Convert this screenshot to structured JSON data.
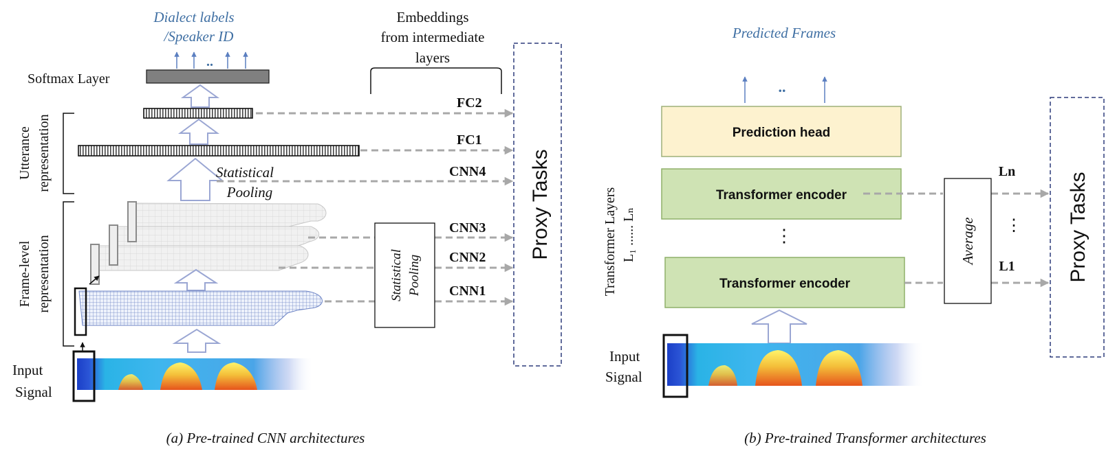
{
  "panel_a": {
    "output_labels_line1": "Dialect  labels",
    "output_labels_line2": "/Speaker ID",
    "embeddings_line1": "Embeddings",
    "embeddings_line2": "from intermediate",
    "embeddings_line3": "layers",
    "softmax_label": "Softmax Layer",
    "utterance_line1": "Utterance",
    "utterance_line2": "representation",
    "frame_line1": "Frame-level",
    "frame_line2": "representation",
    "stat_pool_line1": "Statistical",
    "stat_pool_line2": "Pooling",
    "stat_pool_box_line1": "Statistical",
    "stat_pool_box_line2": "Pooling",
    "input_line1": "Input",
    "input_line2": "Signal",
    "ellipsis": "..",
    "layers": {
      "fc2": "FC2",
      "fc1": "FC1",
      "cnn4": "CNN4",
      "cnn3": "CNN3",
      "cnn2": "CNN2",
      "cnn1": "CNN1"
    },
    "proxy_tasks": "Proxy Tasks",
    "caption": "(a) Pre-trained CNN architectures"
  },
  "panel_b": {
    "predicted_frames": "Predicted Frames",
    "ellipsis": "..",
    "prediction_head": "Prediction head",
    "encoder_top": "Transformer encoder",
    "encoder_bottom": "Transformer encoder",
    "vertical_dots": "⋮",
    "transformer_layers": "Transformer Layers",
    "layer_range": "L₁ ...... Lₙ",
    "average": "Average",
    "ln": "Ln",
    "l1": "L1",
    "mid_dots": "⋮",
    "input_line1": "Input",
    "input_line2": "Signal",
    "proxy_tasks": "Proxy Tasks",
    "caption": "(b) Pre-trained Transformer architectures"
  },
  "colors": {
    "blue_text": "#3f6fa3",
    "arrow_blue": "#5b7fc0",
    "hollow_arrow": "#9aa6d3",
    "dashed_gray": "#a8a8a8",
    "softmax_fill": "#808080",
    "prediction_head_fill": "#fdf2cf",
    "prediction_head_stroke": "#9db078",
    "encoder_fill": "#cfe3b4",
    "encoder_stroke": "#8fb06a",
    "proxy_border": "#2b3a7a"
  }
}
